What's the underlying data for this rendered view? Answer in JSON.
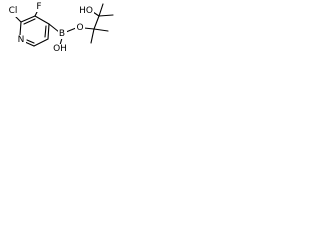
{
  "structure": {
    "atoms": {
      "cl": "Cl",
      "f": "F",
      "n": "N",
      "b": "B",
      "ho": "HO",
      "oh": "OH",
      "o": "O"
    }
  }
}
